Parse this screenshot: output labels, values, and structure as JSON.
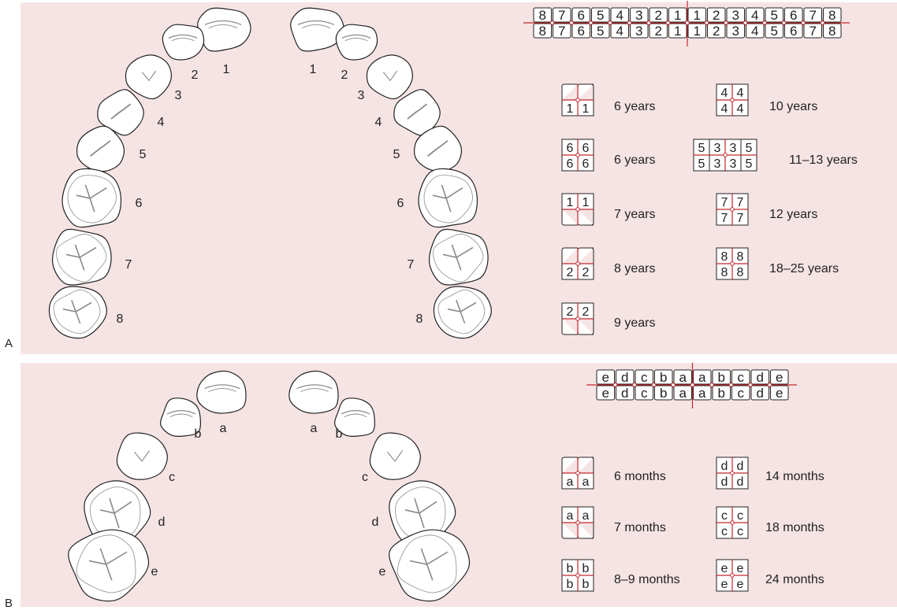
{
  "panel_a": {
    "label": "A",
    "arch_labels_left": [
      "1",
      "2",
      "3",
      "4",
      "5",
      "6",
      "7",
      "8"
    ],
    "arch_labels_right": [
      "1",
      "2",
      "3",
      "4",
      "5",
      "6",
      "7",
      "8"
    ],
    "grid_left": [
      "8",
      "7",
      "6",
      "5",
      "4",
      "3",
      "2",
      "1"
    ],
    "grid_right": [
      "1",
      "2",
      "3",
      "4",
      "5",
      "6",
      "7",
      "8"
    ],
    "eruption": [
      {
        "tl": "",
        "tr": "",
        "bl": "1",
        "br": "1",
        "label": "6 years"
      },
      {
        "tl": "6",
        "tr": "6",
        "bl": "6",
        "br": "6",
        "label": "6 years"
      },
      {
        "tl": "1",
        "tr": "1",
        "bl": "",
        "br": "",
        "label": "7 years"
      },
      {
        "tl": "",
        "tr": "",
        "bl": "2",
        "br": "2",
        "label": "8 years"
      },
      {
        "tl": "2",
        "tr": "2",
        "bl": "",
        "br": "",
        "label": "9 years"
      },
      {
        "tl": "4",
        "tr": "4",
        "bl": "4",
        "br": "4",
        "label": "10 years"
      },
      {
        "top": [
          "5",
          "3",
          "3",
          "5"
        ],
        "bot": [
          "5",
          "3",
          "3",
          "5"
        ],
        "label": "11–13 years"
      },
      {
        "tl": "7",
        "tr": "7",
        "bl": "7",
        "br": "7",
        "label": "12 years"
      },
      {
        "tl": "8",
        "tr": "8",
        "bl": "8",
        "br": "8",
        "label": "18–25 years"
      }
    ]
  },
  "panel_b": {
    "label": "B",
    "arch_labels_left": [
      "a",
      "b",
      "c",
      "d",
      "e"
    ],
    "arch_labels_right": [
      "a",
      "b",
      "c",
      "d",
      "e"
    ],
    "grid_left": [
      "e",
      "d",
      "c",
      "b",
      "a"
    ],
    "grid_right": [
      "a",
      "b",
      "c",
      "d",
      "e"
    ],
    "eruption": [
      {
        "tl": "",
        "tr": "",
        "bl": "a",
        "br": "a",
        "label": "6 months"
      },
      {
        "tl": "a",
        "tr": "a",
        "bl": "",
        "br": "",
        "label": "7 months"
      },
      {
        "tl": "b",
        "tr": "b",
        "bl": "b",
        "br": "b",
        "label": "8–9 months"
      },
      {
        "tl": "d",
        "tr": "d",
        "bl": "d",
        "br": "d",
        "label": "14 months"
      },
      {
        "tl": "c",
        "tr": "c",
        "bl": "c",
        "br": "c",
        "label": "18 months"
      },
      {
        "tl": "e",
        "tr": "e",
        "bl": "e",
        "br": "e",
        "label": "24 months"
      }
    ]
  },
  "colors": {
    "panel": "#f6e4e4",
    "line": "#c0272d",
    "tooth": "#222222",
    "fissure": "#8a8a8a"
  }
}
